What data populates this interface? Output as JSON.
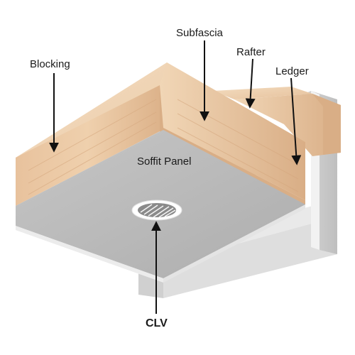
{
  "labels": {
    "blocking": "Blocking",
    "subfascia": "Subfascia",
    "rafter": "Rafter",
    "ledger": "Ledger",
    "soffit_panel": "Soffit Panel",
    "clv": "CLV"
  },
  "colors": {
    "wood_light": "#efd0ad",
    "wood_mid": "#e2b88e",
    "wood_dark": "#c9a07c",
    "panel_top": "#bdbdbd",
    "panel_side": "#d6d6d6",
    "panel_edge": "#ededed",
    "arrow": "#111111",
    "label_text": "#1a1a1a"
  }
}
